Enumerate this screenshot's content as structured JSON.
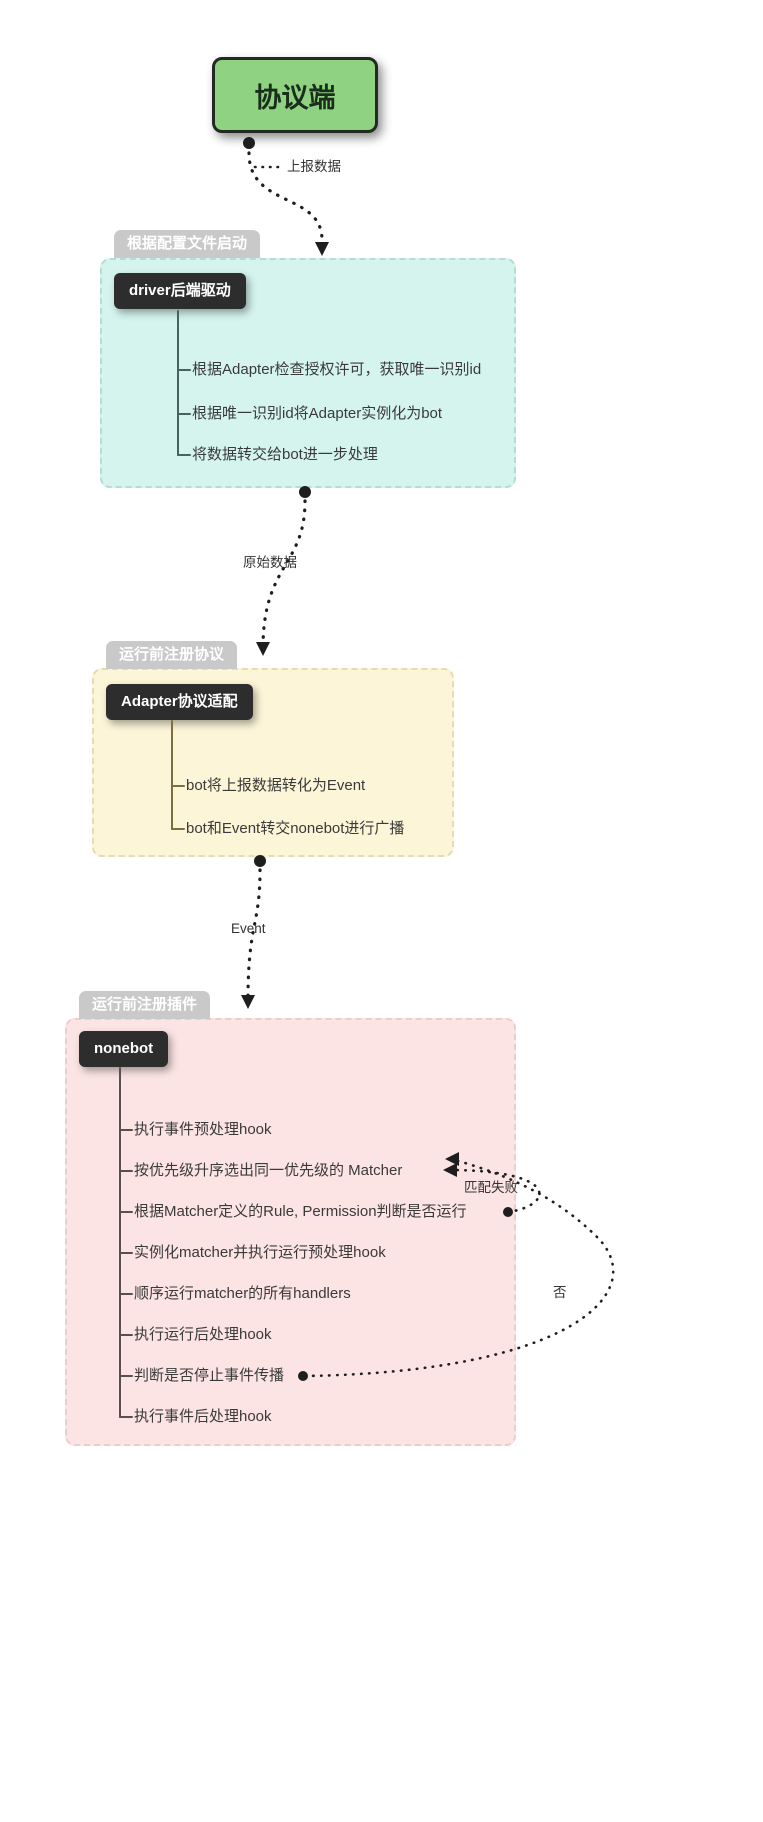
{
  "diagram": {
    "root": {
      "label": "协议端",
      "color": "#8ed282"
    },
    "edge_labels": {
      "report_data": "上报数据",
      "raw_data": "原始数据",
      "event": "Event"
    },
    "loop_labels": {
      "match_fail": "匹配失败",
      "no": "否"
    },
    "groups": [
      {
        "tag": "根据配置文件启动",
        "node": "driver后端驱动",
        "fill": "#d5f4ee",
        "border": "#b6dcd5",
        "items": [
          "根据Adapter检查授权许可，获取唯一识别id",
          "根据唯一识别id将Adapter实例化为bot",
          "将数据转交给bot进一步处理"
        ]
      },
      {
        "tag": "运行前注册协议",
        "node": "Adapter协议适配",
        "fill": "#fcf5d8",
        "border": "#e4dcb2",
        "items": [
          "bot将上报数据转化为Event",
          "bot和Event转交nonebot进行广播"
        ]
      },
      {
        "tag": "运行前注册插件",
        "node": "nonebot",
        "fill": "#fce4e4",
        "border": "#eccccc",
        "items": [
          "执行事件预处理hook",
          "按优先级升序选出同一优先级的 Matcher",
          "根据Matcher定义的Rule, Permission判断是否运行",
          "实例化matcher并执行运行预处理hook",
          "顺序运行matcher的所有handlers",
          "执行运行后处理hook",
          "判断是否停止事件传播",
          "执行事件后处理hook"
        ]
      }
    ],
    "node_color": "#2d2d2d",
    "tag_color": "#c9c9c9",
    "wire_color": "#1e1e1e"
  }
}
